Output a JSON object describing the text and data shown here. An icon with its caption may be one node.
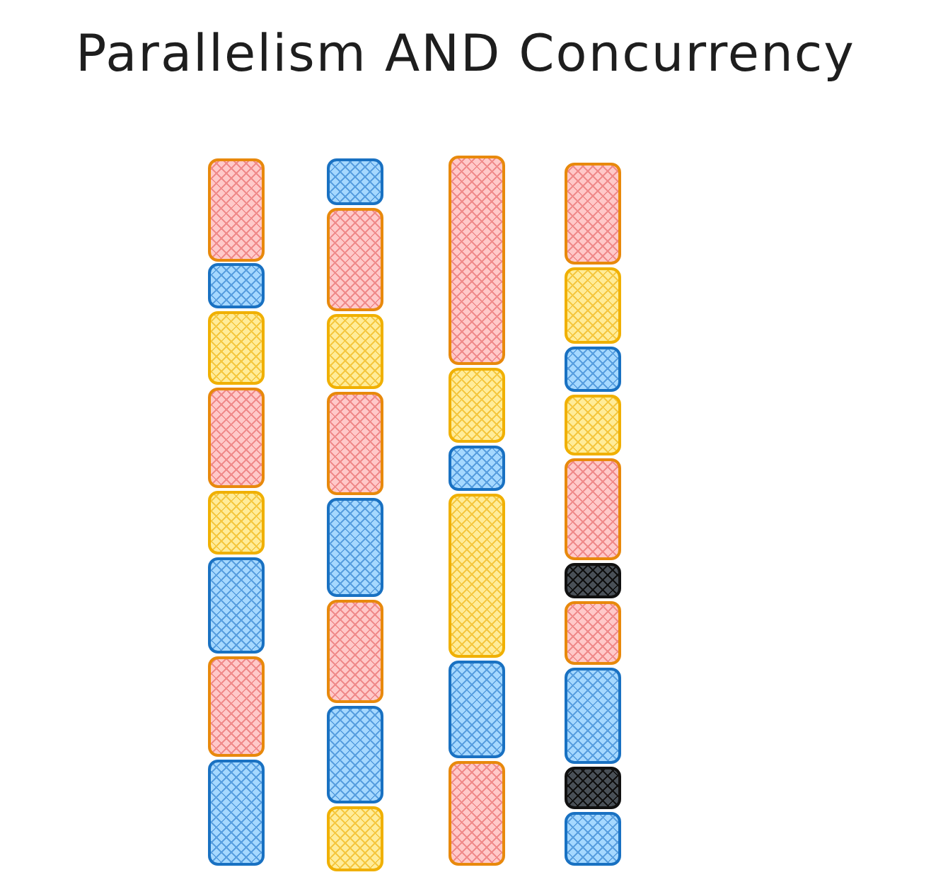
{
  "diagram": {
    "title": "Parallelism AND Concurrency",
    "nodes": [
      {
        "text": [],
        "shape": "box"
      },
      {
        "text": [],
        "shape": "box"
      },
      {
        "text": [],
        "shape": "box"
      },
      {
        "text": [],
        "shape": "box"
      },
      {
        "text": [],
        "shape": "box"
      },
      {
        "text": [],
        "shape": "box"
      },
      {
        "text": [],
        "shape": "box"
      },
      {
        "text": [],
        "shape": "box"
      },
      {
        "text": [],
        "shape": "box"
      },
      {
        "text": [],
        "shape": "box"
      },
      {
        "text": [],
        "shape": "box"
      },
      {
        "text": [],
        "shape": "box"
      },
      {
        "text": [],
        "shape": "box"
      },
      {
        "text": [],
        "shape": "box"
      },
      {
        "text": [],
        "shape": "box"
      },
      {
        "text": [],
        "shape": "box"
      },
      {
        "text": [],
        "shape": "box"
      },
      {
        "text": [],
        "shape": "box"
      },
      {
        "text": [],
        "shape": "box"
      },
      {
        "text": [],
        "shape": "box"
      },
      {
        "text": [],
        "shape": "box"
      },
      {
        "text": [],
        "shape": "box"
      },
      {
        "text": [],
        "shape": "box"
      },
      {
        "text": [],
        "shape": "box"
      },
      {
        "text": [],
        "shape": "box"
      },
      {
        "text": [],
        "shape": "box"
      },
      {
        "text": [],
        "shape": "box"
      },
      {
        "text": [],
        "shape": "box"
      },
      {
        "text": [],
        "shape": "box"
      },
      {
        "text": [],
        "shape": "box"
      },
      {
        "text": [],
        "shape": "box"
      },
      {
        "text": [],
        "shape": "box"
      }
    ]
  }
}
